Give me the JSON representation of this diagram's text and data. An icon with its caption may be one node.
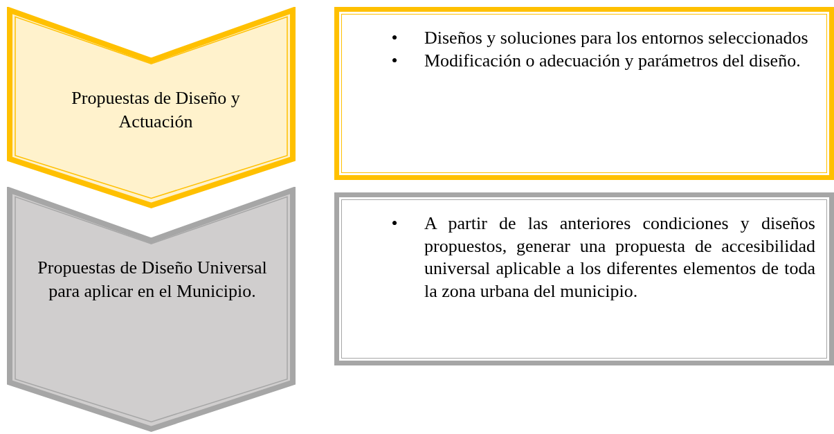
{
  "diagram": {
    "nodes": [
      {
        "text": [
          "Propuestas de Diseño y Actuación"
        ]
      },
      {
        "text": [
          "Diseños y soluciones para los entornos seleccionados",
          "Modificación o adecuación y parámetros del diseño."
        ]
      },
      {
        "text": [
          "Propuestas de Diseño Universal para aplicar en el Municipio."
        ]
      },
      {
        "text": [
          "A partir de las anteriores condiciones y diseños propuestos, generar una propuesta de accesibilidad universal aplicable a los diferentes elementos de toda la zona urbana del municipio."
        ]
      }
    ],
    "labels": [
      "•",
      "•",
      "•"
    ]
  }
}
